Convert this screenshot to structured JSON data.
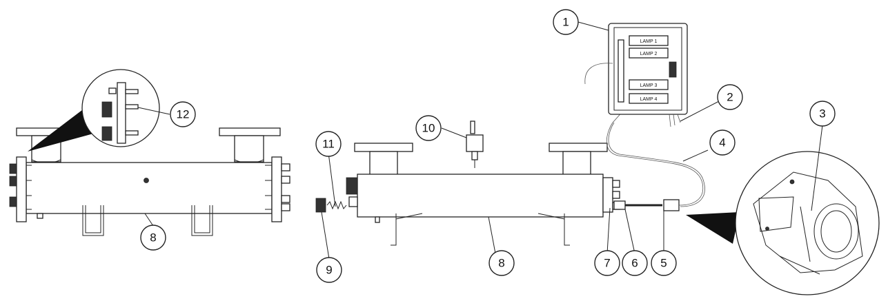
{
  "callouts": [
    "1",
    "2",
    "3",
    "4",
    "5",
    "6",
    "7",
    "8",
    "8",
    "9",
    "10",
    "11",
    "12"
  ],
  "lamp_labels": [
    "LAMP 1",
    "LAMP 2",
    "LAMP 3",
    "LAMP 4"
  ]
}
